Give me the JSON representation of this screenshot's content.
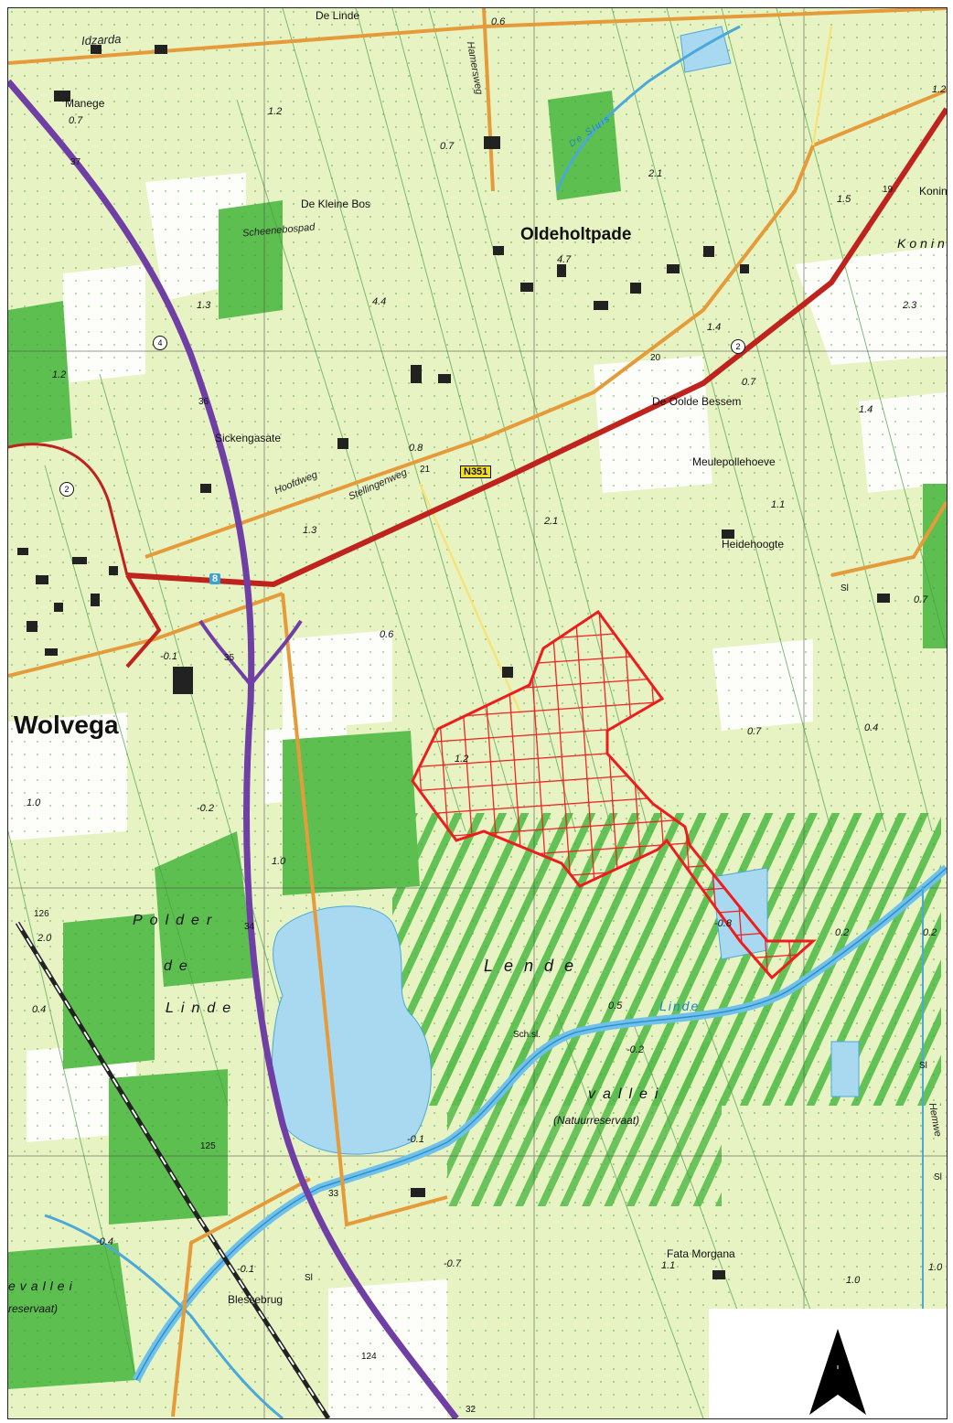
{
  "places": {
    "wolvega": "Wolvega",
    "oldeholtpade": "Oldeholtpade",
    "de_linde": "De Linde",
    "manege": "Manege",
    "de_kleine_bos": "De Kleine Bos",
    "sickengasate": "Sickengasate",
    "de_oolde_bessem": "De Oolde Bessem",
    "meulepollehoeve": "Meulepollehoeve",
    "heidehoogte": "Heidehoogte",
    "fata_morgana": "Fata Morgana",
    "blessebrug": "Blessebrug",
    "koning": "Konin",
    "koning2": "Konin",
    "natuurreservaat": "(Natuurreservaat)",
    "natuurreservaat_left": "reservaat)",
    "vallei_left": "evallei"
  },
  "roads": {
    "idzarda": "Idzarda",
    "hamersweg": "Hamersweg",
    "scheenebospad": "Scheenebospad",
    "hoofdweg": "Hoofdweg",
    "stellingenweg": "Stellingenweg",
    "hemweg": "Hemwe",
    "n351": "N351",
    "a_8": "8",
    "r2a": "2",
    "r2b": "2",
    "r4": "4"
  },
  "regions": {
    "polder": "Polder",
    "de": "de",
    "linde": "Linde",
    "lende": "Lende",
    "vallei": "vallei",
    "linde_river": "Linde",
    "de_sluis": "De Sluis"
  },
  "heights": [
    "0.6",
    "1.2",
    "0.7",
    "1.2",
    "0.7",
    "2.1",
    "1.5",
    "4.7",
    "4.4",
    "1.3",
    "2.3",
    "1.4",
    "0.7",
    "1.4",
    "1.2",
    "0.8",
    "2.1",
    "1.1",
    "0.7",
    "1.3",
    "0.6",
    "0.7",
    "0.4",
    "-0.1",
    "-0.2",
    "1.0",
    "1.0",
    "1.2",
    "0.2",
    "-0.8",
    "2.0",
    "0.4",
    "0.5",
    "-0.2",
    "-0.1",
    "-0.7",
    "-0.4",
    "-0.1",
    "1.1",
    "1.0",
    "0.2",
    "1.0"
  ],
  "km_markers": [
    "37",
    "36",
    "35",
    "34",
    "33",
    "125",
    "124",
    "32",
    "126",
    "21",
    "20",
    "19",
    "Sl",
    "Sl",
    "Sl",
    "Sl",
    "Sch.sl."
  ],
  "map_colors": {
    "pasture": "#e8f3c4",
    "forest": "#5cbf4f",
    "water": "#a9d9f0",
    "motorway": "#6f3fa6",
    "main_road": "#c0221e",
    "secondary_road": "#e59b3a",
    "study_area": "#ee1c1c"
  },
  "north_arrow_icon": "north-arrow-icon"
}
